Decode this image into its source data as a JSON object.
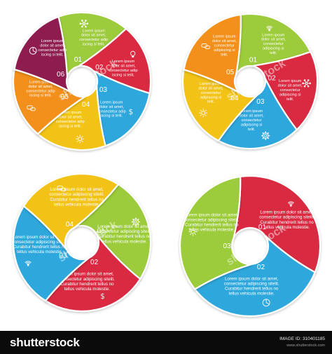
{
  "lorem_long": [
    "Lorem ipsum dolor sit amet,",
    "consectetur adipiscing sitelit.",
    "Curabitur hendrerit tellus no",
    "tellus vehicula molestie."
  ],
  "lorem_mid": [
    "Lorem ipsum",
    "dolor sit amet,",
    "consectetur adip",
    "iscing si telit."
  ],
  "lorem_short": [
    "Lorem ipsum",
    "dolor sit amet,",
    "consectetur",
    "adipiscing si",
    "telit."
  ],
  "watermark": "shutterstock",
  "diagrams": [
    {
      "segments": [
        {
          "number": "01",
          "color": "#9ccb3b",
          "icon": "network-icon"
        },
        {
          "number": "02",
          "color": "#d92b42",
          "icon": "bulb-icon"
        },
        {
          "number": "03",
          "color": "#2ea7dd",
          "icon": "dollar-icon"
        },
        {
          "number": "04",
          "color": "#f2c316",
          "icon": "sun-icon"
        },
        {
          "number": "05",
          "color": "#f3901d",
          "icon": "chat-icon"
        },
        {
          "number": "06",
          "color": "#8e1b4f",
          "icon": "pie-chart-icon"
        }
      ]
    },
    {
      "segments": [
        {
          "number": "01",
          "color": "#9ccb3b",
          "icon": "wifi-icon"
        },
        {
          "number": "02",
          "color": "#d92b42",
          "icon": "network-icon"
        },
        {
          "number": "03",
          "color": "#2ea7dd",
          "icon": "gear-icon"
        },
        {
          "number": "04",
          "color": "#f2c316",
          "icon": "sun-icon"
        },
        {
          "number": "05",
          "color": "#f3901d",
          "icon": "chat-icon"
        }
      ]
    },
    {
      "segments": [
        {
          "number": "01",
          "color": "#9ccb3b",
          "icon": "gear-icon"
        },
        {
          "number": "02",
          "color": "#d92b42",
          "icon": "dollar-icon"
        },
        {
          "number": "03",
          "color": "#2ea7dd",
          "icon": "wifi-icon"
        },
        {
          "number": "04",
          "color": "#f2c316",
          "icon": "chat-icon"
        }
      ]
    },
    {
      "segments": [
        {
          "number": "01",
          "color": "#d92b42",
          "icon": "wifi-icon"
        },
        {
          "number": "02",
          "color": "#2ea7dd",
          "icon": "pie-chart-icon"
        },
        {
          "number": "03",
          "color": "#9ccb3b",
          "icon": "sun-icon"
        }
      ]
    }
  ],
  "footer": {
    "logo": "shutterstock",
    "image_id": "IMAGE ID: 310401185",
    "site": "www.shutterstock.com"
  }
}
